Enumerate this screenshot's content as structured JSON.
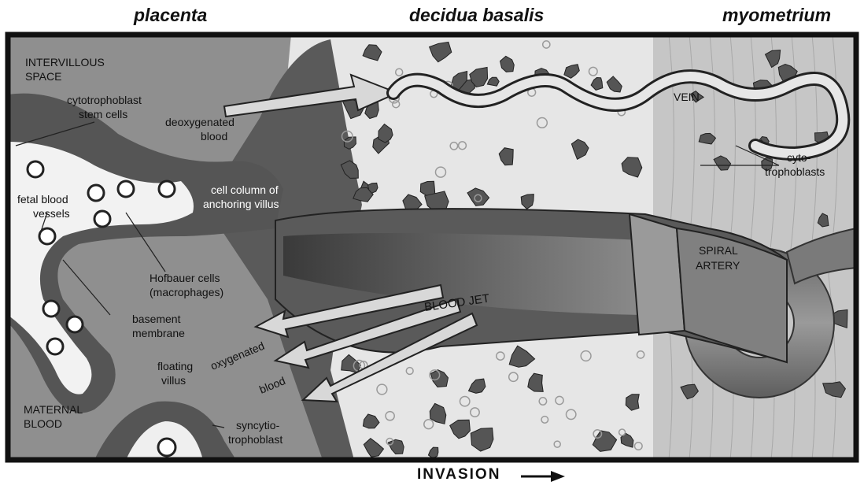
{
  "headers": {
    "placenta": "placenta",
    "decidua": "decidua basalis",
    "myometrium": "myometrium"
  },
  "labels": {
    "intervillous_1": "INTERVILLOUS",
    "intervillous_2": "SPACE",
    "cytotroph_stem_1": "cytotrophoblast",
    "cytotroph_stem_2": "stem cells",
    "deoxy_1": "deoxygenated",
    "deoxy_2": "blood",
    "vein": "VEIN",
    "cyto_1": "cyto-",
    "cyto_2": "trophoblasts",
    "fetal_1": "fetal blood",
    "fetal_2": "vessels",
    "cell_col_1": "cell column of",
    "cell_col_2": "anchoring villus",
    "spiral_1": "SPIRAL",
    "spiral_2": "ARTERY",
    "hofbauer_1": "Hofbauer cells",
    "hofbauer_2": "(macrophages)",
    "blood_jet": "BLOOD JET",
    "basement_1": "basement",
    "basement_2": "membrane",
    "oxygenated": "oxygenated",
    "blood": "blood",
    "floating_1": "floating",
    "floating_2": "villus",
    "maternal_1": "MATERNAL",
    "maternal_2": "BLOOD",
    "syncytio_1": "syncytio-",
    "syncytio_2": "trophoblast"
  },
  "footer": {
    "invasion": "INVASION"
  },
  "colors": {
    "intervillous": "#8f8f8f",
    "decidua": "#e8e8e8",
    "myometrium": "#c9c9c9",
    "cells": "#555555",
    "frame": "#111111"
  }
}
